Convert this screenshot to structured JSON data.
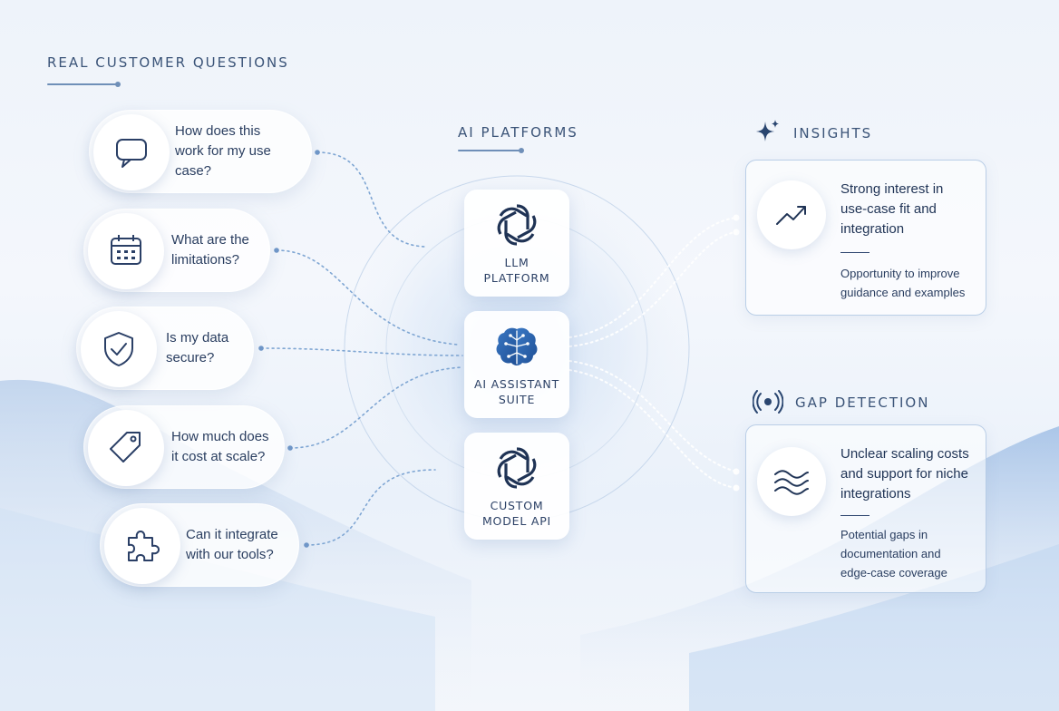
{
  "questions": {
    "title": "REAL CUSTOMER QUESTIONS",
    "items": [
      {
        "text": "How does this\nwork for my use case?",
        "icon": "chat-bubble-icon"
      },
      {
        "text": "What are the\nlimitations?",
        "icon": "calendar-icon"
      },
      {
        "text": "Is my data\nsecure?",
        "icon": "shield-check-icon"
      },
      {
        "text": "How much does\nit cost at scale?",
        "icon": "price-tag-icon"
      },
      {
        "text": "Can it integrate\nwith our tools?",
        "icon": "puzzle-piece-icon"
      }
    ]
  },
  "platforms": {
    "title": "AI PLATFORMS",
    "items": [
      {
        "label": "LLM\nPLATFORM",
        "icon": "knot-logo-icon"
      },
      {
        "label": "AI ASSISTANT\nSUITE",
        "icon": "brain-circuit-icon"
      },
      {
        "label": "CUSTOM\nMODEL API",
        "icon": "knot-logo-icon"
      }
    ]
  },
  "insights": {
    "title": "INSIGHTS",
    "icon": "sparkle-icon",
    "card": {
      "icon": "trend-up-icon",
      "main": "Strong interest in\nuse-case fit and\nintegration",
      "sub": "Opportunity to improve\nguidance and examples"
    }
  },
  "gaps": {
    "title": "GAP DETECTION",
    "icon": "signal-radar-icon",
    "card": {
      "icon": "waves-icon",
      "main": "Unclear scaling costs\nand support for niche\nintegrations",
      "sub": "Potential gaps in\ndocumentation and\nedge-case coverage"
    }
  },
  "colors": {
    "accent": "#2f6fb8",
    "dots": "#7fa6d3",
    "text": "#2a3e60"
  }
}
